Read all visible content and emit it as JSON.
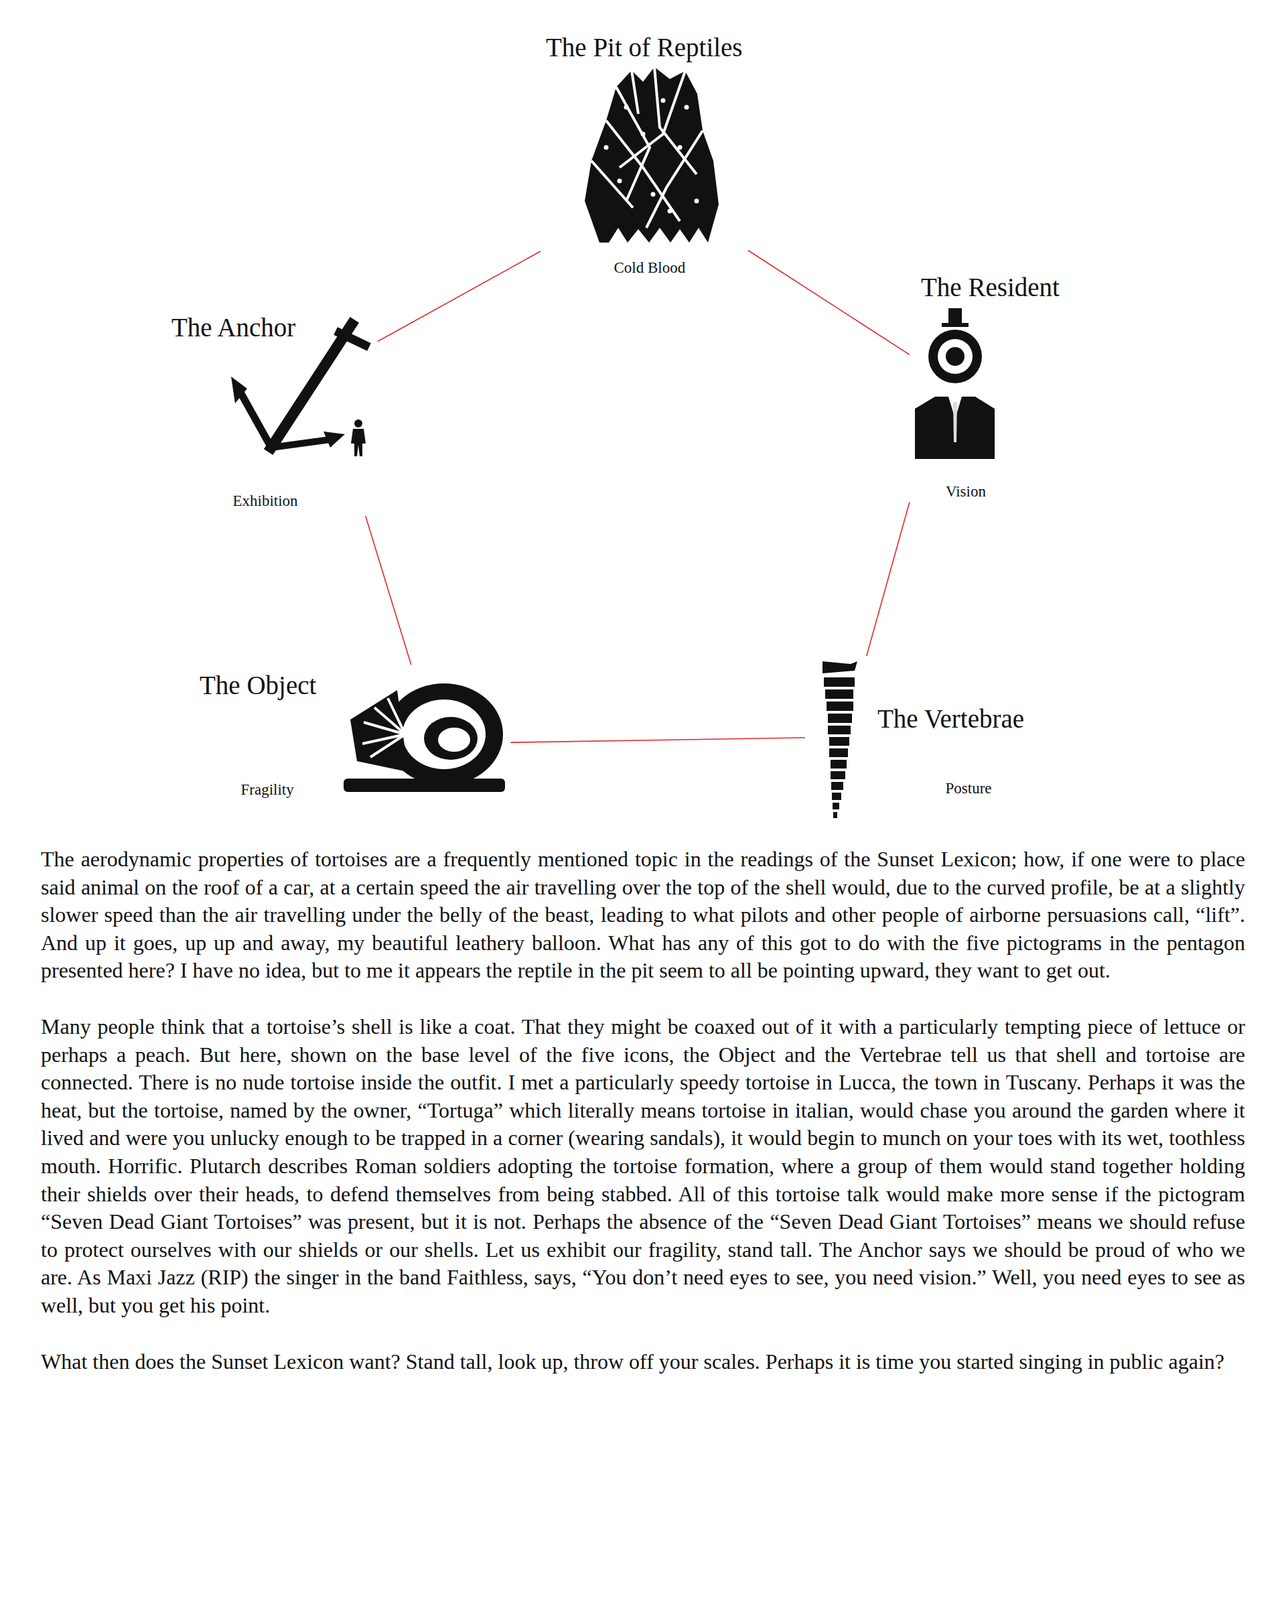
{
  "diagram": {
    "nodes": [
      {
        "text": [
          "The Pit of Reptiles",
          "Cold Blood"
        ]
      },
      {
        "text": [
          "The Resident",
          "Vision"
        ]
      },
      {
        "text": [
          "The Anchor",
          "Exhibition"
        ]
      },
      {
        "text": [
          "The Object",
          "Fragility"
        ]
      },
      {
        "text": [
          "The Vertebrae",
          "Posture"
        ]
      }
    ],
    "edges": [
      {
        "from": 0,
        "to": 1,
        "arrow": "none"
      },
      {
        "from": 1,
        "to": 4,
        "arrow": "none"
      },
      {
        "from": 4,
        "to": 3,
        "arrow": "none"
      },
      {
        "from": 3,
        "to": 2,
        "arrow": "none"
      },
      {
        "from": 2,
        "to": 0,
        "arrow": "none"
      }
    ],
    "labels": [
      "The aerodynamic properties of tortoises are a frequently mentioned topic in the readings of the Sunset Lexicon; how, if one were to place said animal on the roof of a car, at a certain speed the air travelling over the top of the shell would, due to the curved profile, be at a slightly slower speed than the air travelling under the belly of the beast, leading to what pilots and other people of airborne persuasions call, “lift”. And up it goes, up up and away, my beautiful leathery balloon. What has any of this got to do with the five pictograms in the pentagon presented here? I have no idea, but to me it appears the reptile in the pit seem to all be pointing upward, they want to get out.",
      "Many people think that a tortoise’s shell is like a coat. That they might be coaxed out of it with a particularly tempting piece of lettuce or perhaps a peach. But here, shown on the base level of the five icons, the Object and the Vertebrae tell us that shell and tortoise are connected. There is no nude tortoise inside the outfit. I met a particularly speedy tortoise in Lucca, the town in Tuscany. Perhaps it was the heat, but the tortoise, named by the owner, “Tortuga” which literally means tortoise in italian, would chase you around the garden where it lived and were you unlucky enough to be trapped in a corner (wearing sandals), it would begin to munch on your toes with its wet, toothless mouth. Horrific. Plutarch describes Roman soldiers adopting the tortoise formation, where a group of them would stand together holding their shields over their heads, to defend themselves from being stabbed. All of this tortoise talk would make more sense if the pictogram “Seven Dead Giant Tortoises” was present, but it is not. Perhaps the absence of the “Seven Dead Giant Tortoises” means we should refuse to protect ourselves with our shields or our shells. Let us exhibit our fragility, stand tall. The Anchor says we should be proud of who we are. As Maxi Jazz (RIP) the singer in the band Faithless, says, “You don’t need eyes to see, you need vision.” Well, you need eyes to see as well, but you get his point.",
      "What then does the Sunset Lexicon want? Stand tall, look up, throw off your scales. Perhaps it is time you started singing in public again?"
    ]
  }
}
